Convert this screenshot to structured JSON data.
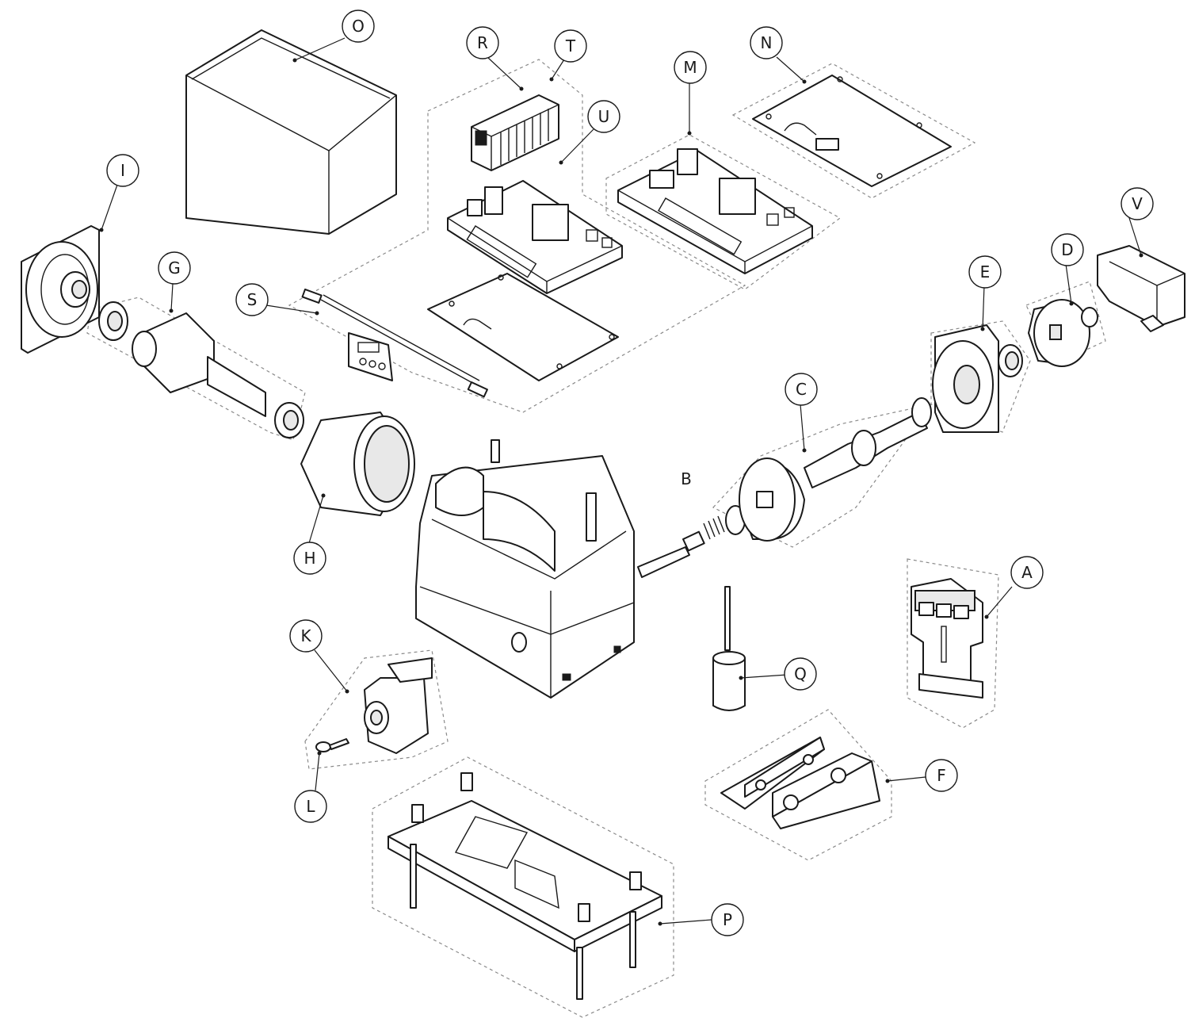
{
  "callouts": {
    "A": "A",
    "B": "B",
    "C": "C",
    "D": "D",
    "E": "E",
    "F": "F",
    "G": "G",
    "H": "H",
    "I": "I",
    "K": "K",
    "L": "L",
    "M": "M",
    "N": "N",
    "O": "O",
    "P": "P",
    "Q": "Q",
    "R": "R",
    "S": "S",
    "T": "T",
    "U": "U",
    "V": "V"
  }
}
